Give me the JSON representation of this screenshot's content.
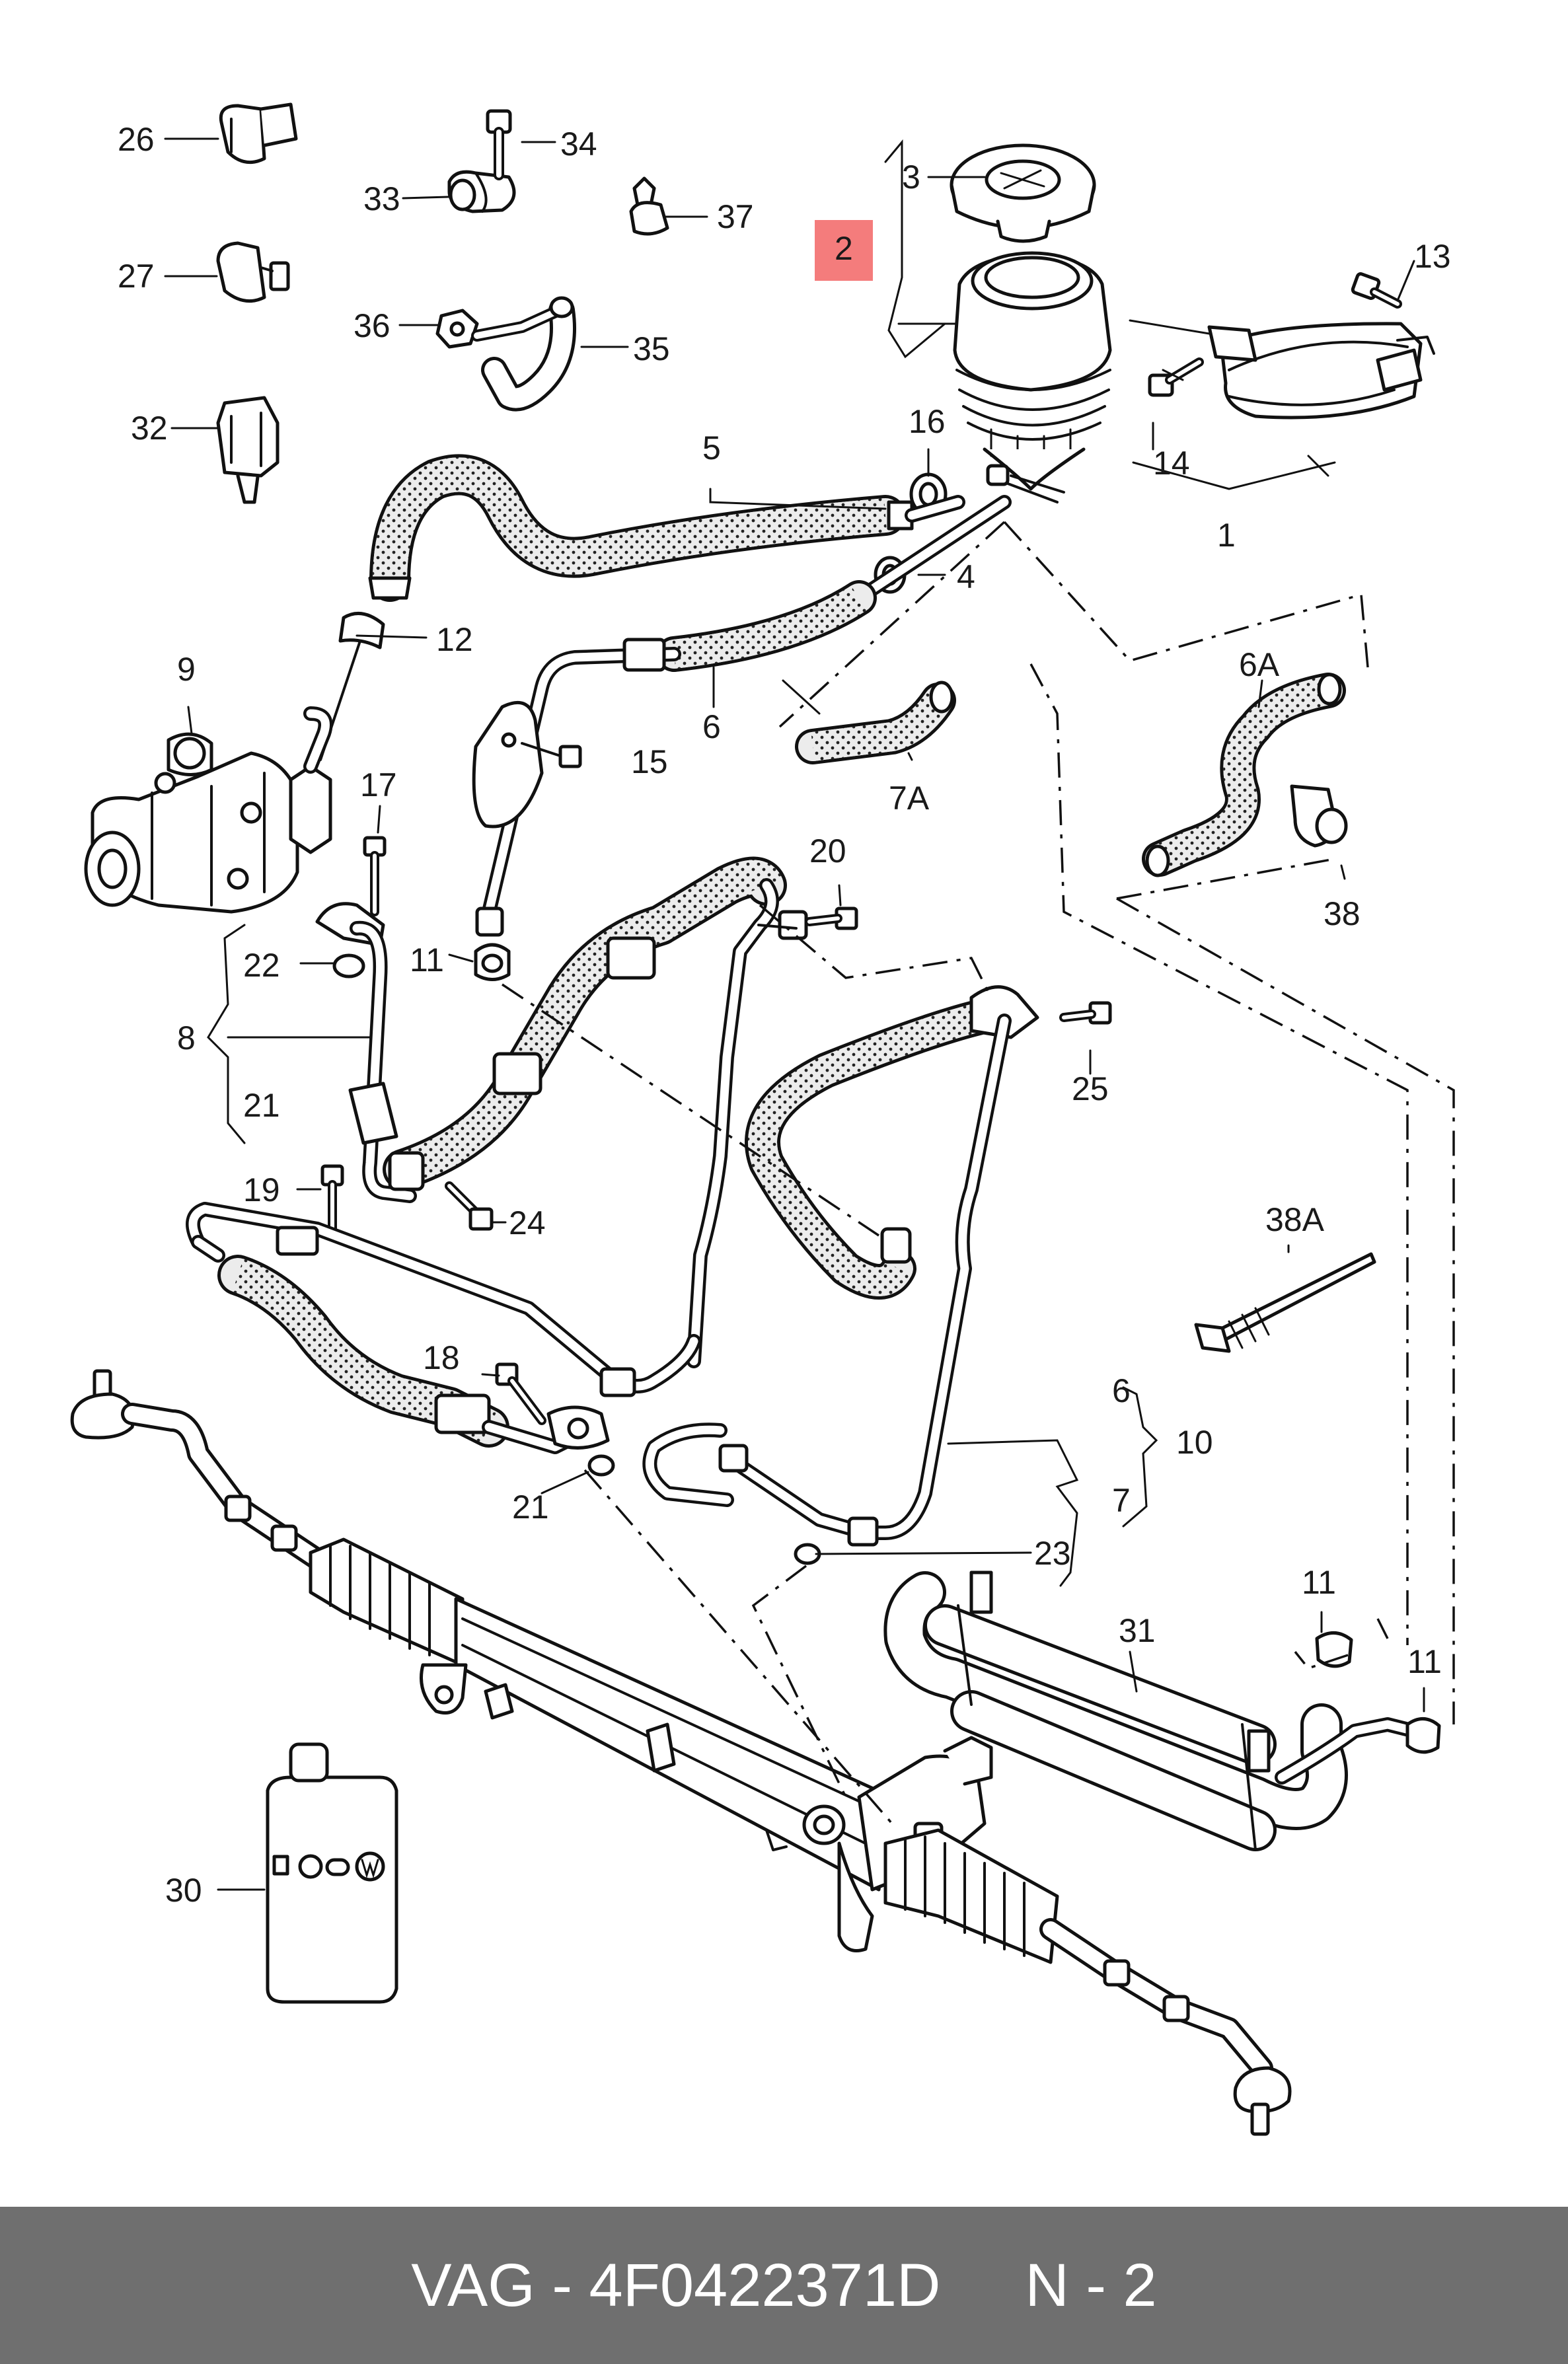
{
  "diagram": {
    "highlight_color": "#f47c7c",
    "footer_color": "#6f6f6f",
    "highlighted_label": "2",
    "labels": {
      "l1": "1",
      "l2": "2",
      "l3": "3",
      "l4": "4",
      "l5": "5",
      "l6": "6",
      "l6A": "6A",
      "l6b": "6",
      "l7": "7",
      "l7A": "7A",
      "l8": "8",
      "l9": "9",
      "l10": "10",
      "l11a": "11",
      "l11b": "11",
      "l11c": "11",
      "l12": "12",
      "l13": "13",
      "l14": "14",
      "l15": "15",
      "l16": "16",
      "l17": "17",
      "l18": "18",
      "l19": "19",
      "l20": "20",
      "l21a": "21",
      "l21b": "21",
      "l22": "22",
      "l23": "23",
      "l24": "24",
      "l25": "25",
      "l26": "26",
      "l27": "27",
      "l30": "30",
      "l31": "31",
      "l32": "32",
      "l33": "33",
      "l34": "34",
      "l35": "35",
      "l36": "36",
      "l37": "37",
      "l38": "38",
      "l38A": "38A"
    }
  },
  "footer": {
    "brand": "VAG",
    "separator": " - ",
    "part_number": "4F0422371D",
    "gap": "     ",
    "page_ref": "N - 2"
  }
}
